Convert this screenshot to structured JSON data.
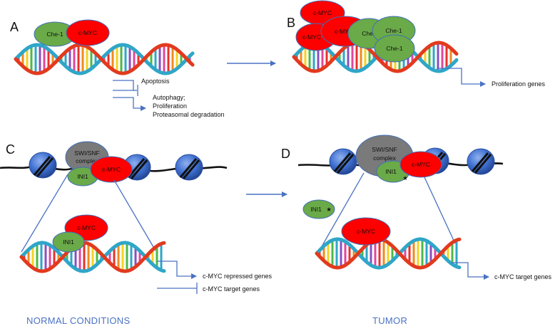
{
  "panels": {
    "a": "A",
    "b": "B",
    "c": "C",
    "d": "D"
  },
  "proteins": {
    "che1": "Che-1",
    "cmyc": "c-MYC",
    "ini1": "INI1",
    "swisnf_line1": "SWI/SNF",
    "swisnf_line2": "complex"
  },
  "panel_a": {
    "apoptosis": "Apoptosis",
    "outcome_line1": "Autophagy;",
    "outcome_line2": "Proliferation",
    "outcome_line3": "Proteasomal degradation"
  },
  "panel_b": {
    "outcome": "Proliferation genes"
  },
  "panel_c": {
    "activated": "c-MYC repressed genes",
    "repressed": "c-MYC target genes"
  },
  "panel_d": {
    "outcome": "c-MYC target genes"
  },
  "conditions": {
    "normal": "NORMAL CONDITIONS",
    "tumor": "TUMOR"
  },
  "colors": {
    "cmyc": "#ff0000",
    "che1": "#6aaa48",
    "ini1": "#6aaa48",
    "swisnf": "#7a7a7a",
    "nucleosome": "#3e6fd0",
    "arrow": "#4a72c4",
    "dna_strand_a": "#2fa6c8",
    "dna_strand_b": "#e23a1e"
  }
}
